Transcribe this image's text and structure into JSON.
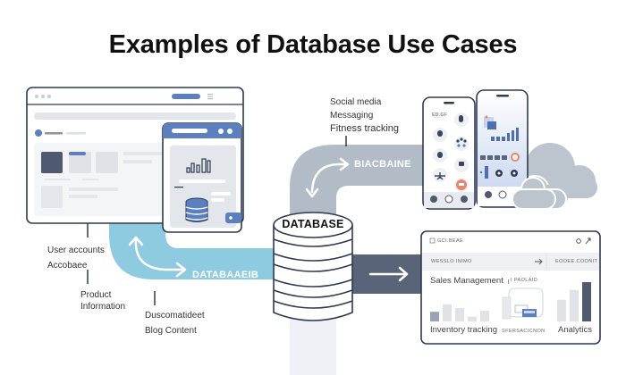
{
  "title": "Examples of Database Use Cases",
  "colors": {
    "light_blue_path": "#8fcbe0",
    "gray_path": "#b2bcc6",
    "dark_path": "#5a6478",
    "accent_blue": "#5b7fbf",
    "dark_navy": "#2e3a52"
  },
  "center": {
    "label": "DATABASE"
  },
  "web_app": {
    "labels": [
      "User accounts",
      "Accobaee",
      "Product",
      "Information",
      "Duscomatideet",
      "Blog Content"
    ],
    "path_label": "DATABAAEIB"
  },
  "mobile": {
    "labels": [
      "Social media",
      "Messaging",
      "Fitness tracking"
    ],
    "path_label": "BIACBAINE",
    "phone_left_chip": "ED.GF"
  },
  "business": {
    "header_left": "GCI.BEAE",
    "row_left": "WESSLO INIMO",
    "row_right": "EOOEE.COONIT",
    "sales_label": "Sales Management",
    "sales_tag": "I PAOLAID",
    "footer": [
      "Inventory tracking",
      "SFERSACICNON",
      "Analytics"
    ],
    "inventory_bars": [
      0.45,
      0.8,
      0.62,
      0.22,
      0.5
    ],
    "analytics_bars": [
      0.55,
      0.8,
      1.0
    ]
  }
}
